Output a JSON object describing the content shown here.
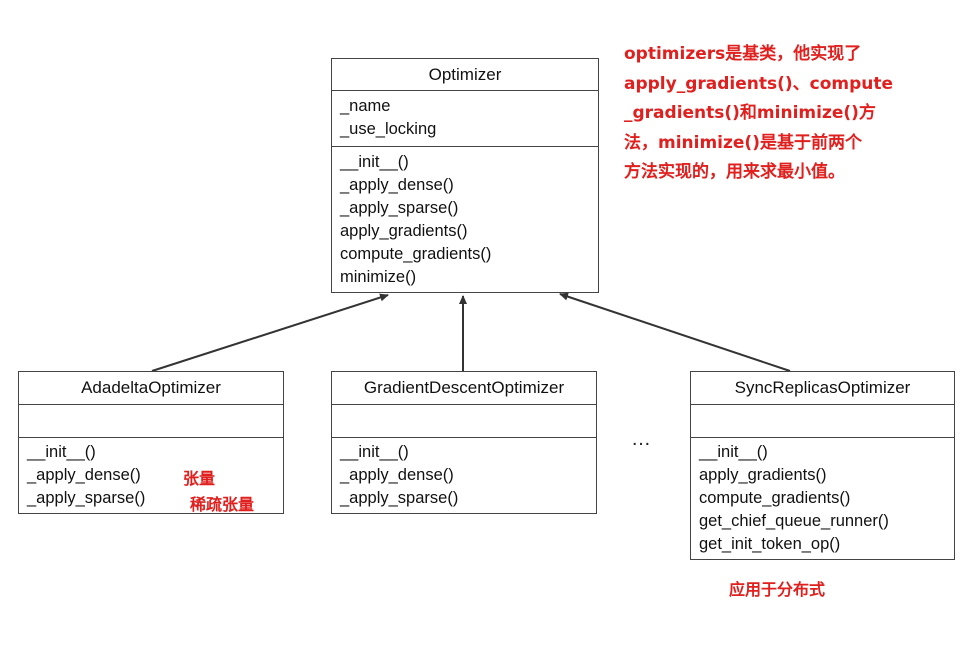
{
  "base_class": {
    "name": "Optimizer",
    "attributes": [
      "_name",
      "_use_locking"
    ],
    "methods": [
      "__init__()",
      "_apply_dense()",
      "_apply_sparse()",
      "apply_gradients()",
      "compute_gradients()",
      "minimize()"
    ]
  },
  "subclasses": [
    {
      "name": "AdadeltaOptimizer",
      "methods": [
        "__init__()",
        "_apply_dense()",
        "_apply_sparse()"
      ]
    },
    {
      "name": "GradientDescentOptimizer",
      "methods": [
        "__init__()",
        "_apply_dense()",
        "_apply_sparse()"
      ]
    },
    {
      "name": "SyncReplicasOptimizer",
      "methods": [
        "__init__()",
        "apply_gradients()",
        "compute_gradients()",
        "get_chief_queue_runner()",
        "get_init_token_op()"
      ]
    }
  ],
  "ellipsis": "…",
  "annotations": {
    "top_note_lines": [
      "optimizers是基类，他实现了",
      "apply_gradients()、compute",
      "_gradients()和minimize()方",
      "法，minimize()是基于前两个",
      "方法实现的，用来求最小值。"
    ],
    "dense_note": "张量",
    "sparse_note": "稀疏张量",
    "sync_note": "应用于分布式"
  },
  "colors": {
    "annotation": "#e0201e",
    "border": "#444444",
    "text": "#111111"
  }
}
